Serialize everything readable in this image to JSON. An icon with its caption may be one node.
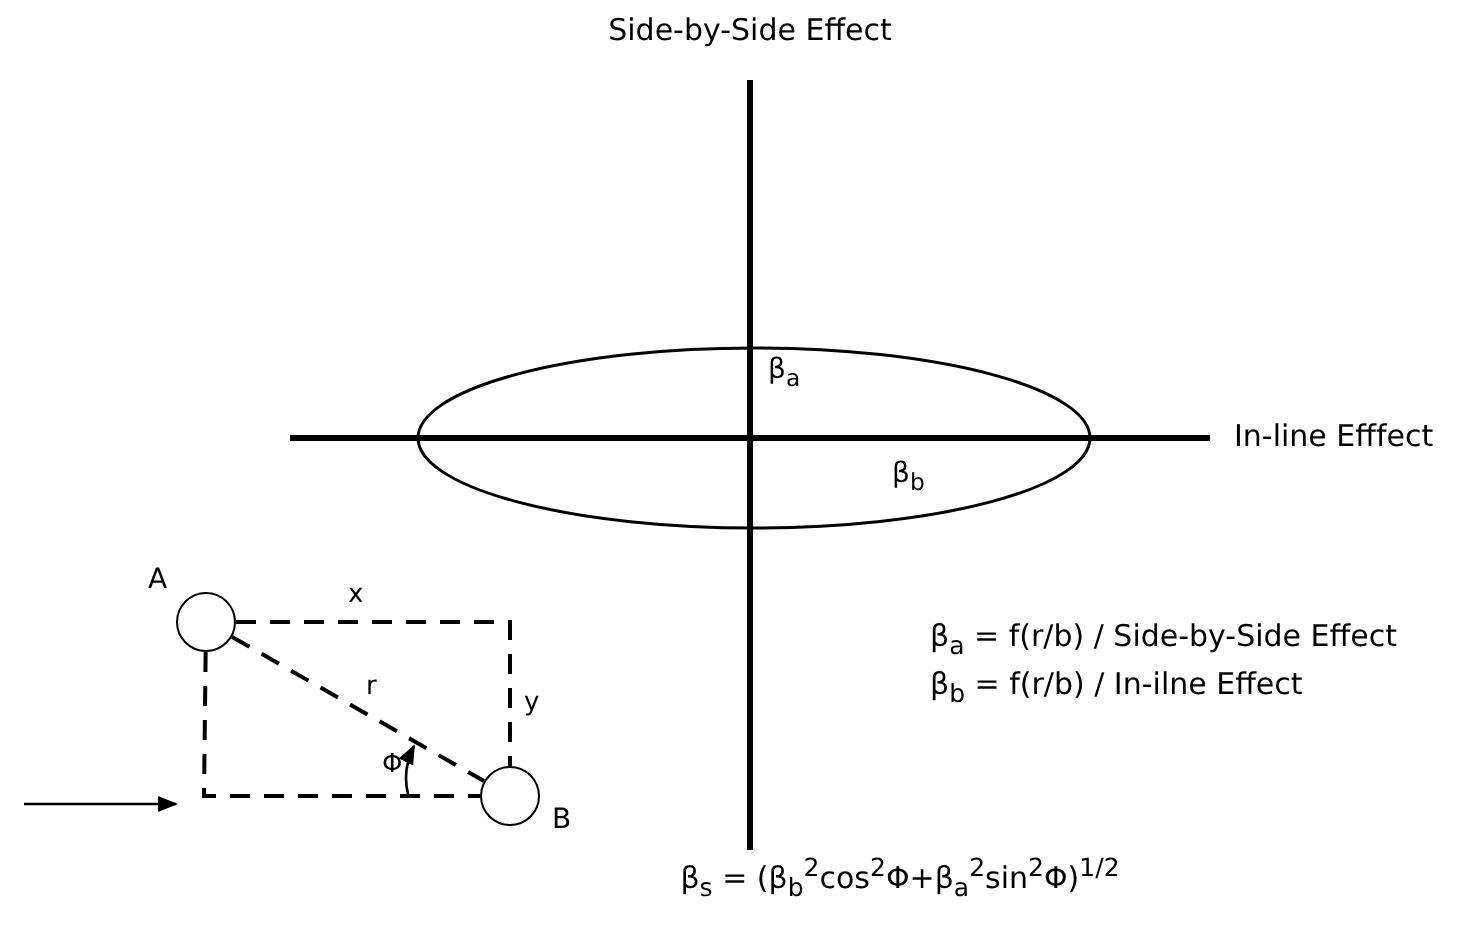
{
  "diagram": {
    "nodes": [
      {
        "text": [],
        "shape": "circle",
        "beside": [
          "A"
        ]
      },
      {
        "text": [],
        "shape": "circle",
        "beside": [
          "B"
        ]
      }
    ],
    "edges": [
      {
        "from": 0,
        "to": 1,
        "arrow": "none",
        "style": "dashed",
        "label": "r"
      },
      {
        "from": 0,
        "to": 1,
        "arrow": "none",
        "style": "dashed"
      },
      {
        "from": 0,
        "to": 1,
        "arrow": "none",
        "style": "dashed"
      }
    ],
    "labels": [
      "Side-by-Side Effect",
      "β$_{a}$",
      "In-line Efffect",
      "β$_{b}$",
      "x",
      "y",
      "Φ",
      "β$_{a}$ = f(r/b) / Side-by-Side Effect",
      "β$_{b}$ = f(r/b) / In-ilne Effect",
      "β$_{s}$ = (β$_{b}$$^{2}$cos$^{2}$Φ+β$_{a}$$^{2}$sin$^{2}$Φ)$^{1/2}$"
    ]
  }
}
